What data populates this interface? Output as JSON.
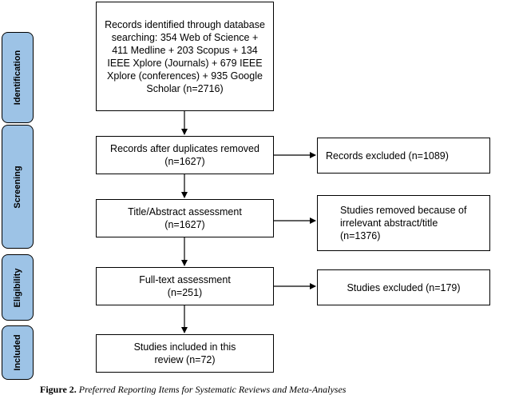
{
  "stages": {
    "identification": "Identification",
    "screening": "Screening",
    "eligibility": "Eligibility",
    "included": "Included"
  },
  "boxes": {
    "records_identified": "Records identified through database searching: 354 Web of Science + 411 Medline + 203 Scopus + 134 IEEE Xplore (Journals) + 679 IEEE Xplore (conferences) + 935 Google Scholar (n=2716)",
    "records_after_duplicates": "Records after duplicates removed (n=1627)",
    "records_excluded": "Records excluded (n=1089)",
    "title_abstract": "Title/Abstract assessment (n=1627)",
    "studies_removed": "Studies removed because of irrelevant abstract/title (n=1376)",
    "full_text": "Full-text assessment (n=251)",
    "studies_excluded": "Studies excluded (n=179)",
    "studies_included": "Studies included in this review (n=72)"
  },
  "caption": {
    "label": "Figure 2.",
    "text": "Preferred Reporting Items for Systematic Reviews and Meta-Analyses"
  }
}
